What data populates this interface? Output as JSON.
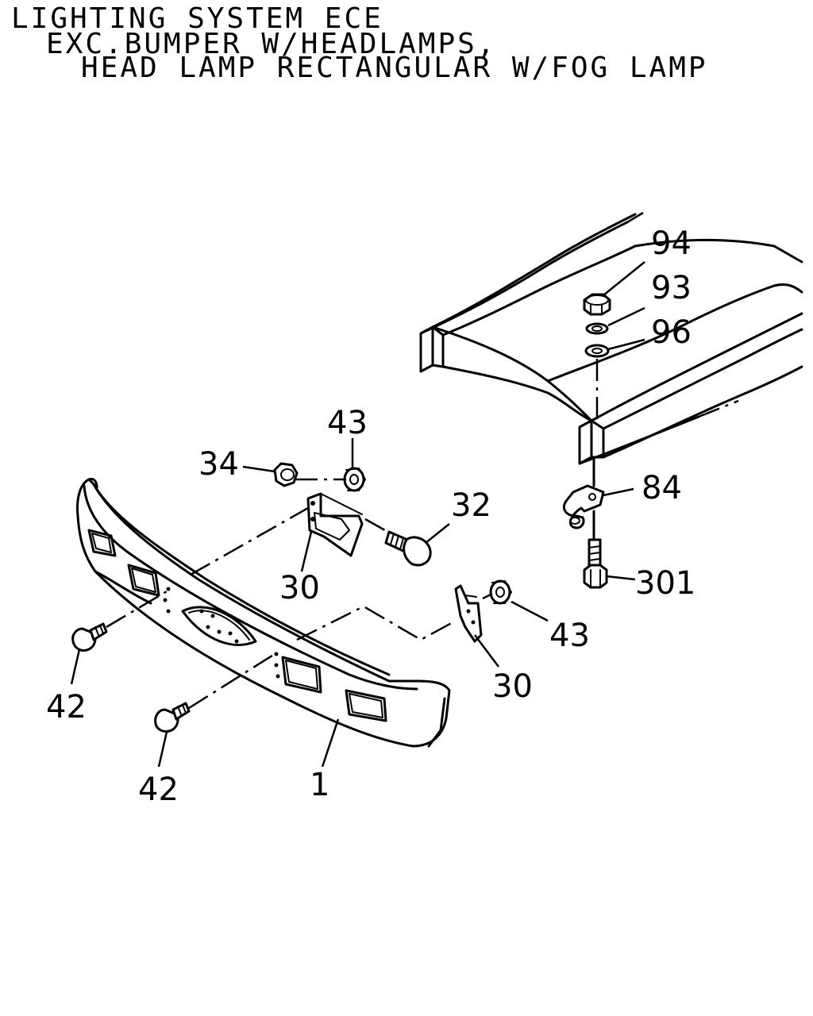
{
  "title": {
    "line1": "LIGHTING SYSTEM ECE",
    "line2": "EXC.BUMPER W/HEADLAMPS,",
    "line3": "HEAD LAMP RECTANGULAR W/FOG LAMP"
  },
  "callouts": {
    "c94": "94",
    "c93": "93",
    "c96": "96",
    "c84": "84",
    "c301": "301",
    "c43_upper": "43",
    "c34": "34",
    "c32": "32",
    "c30_upper": "30",
    "c43_lower": "43",
    "c30_lower": "30",
    "c42_left": "42",
    "c42_lower": "42",
    "c1": "1"
  }
}
